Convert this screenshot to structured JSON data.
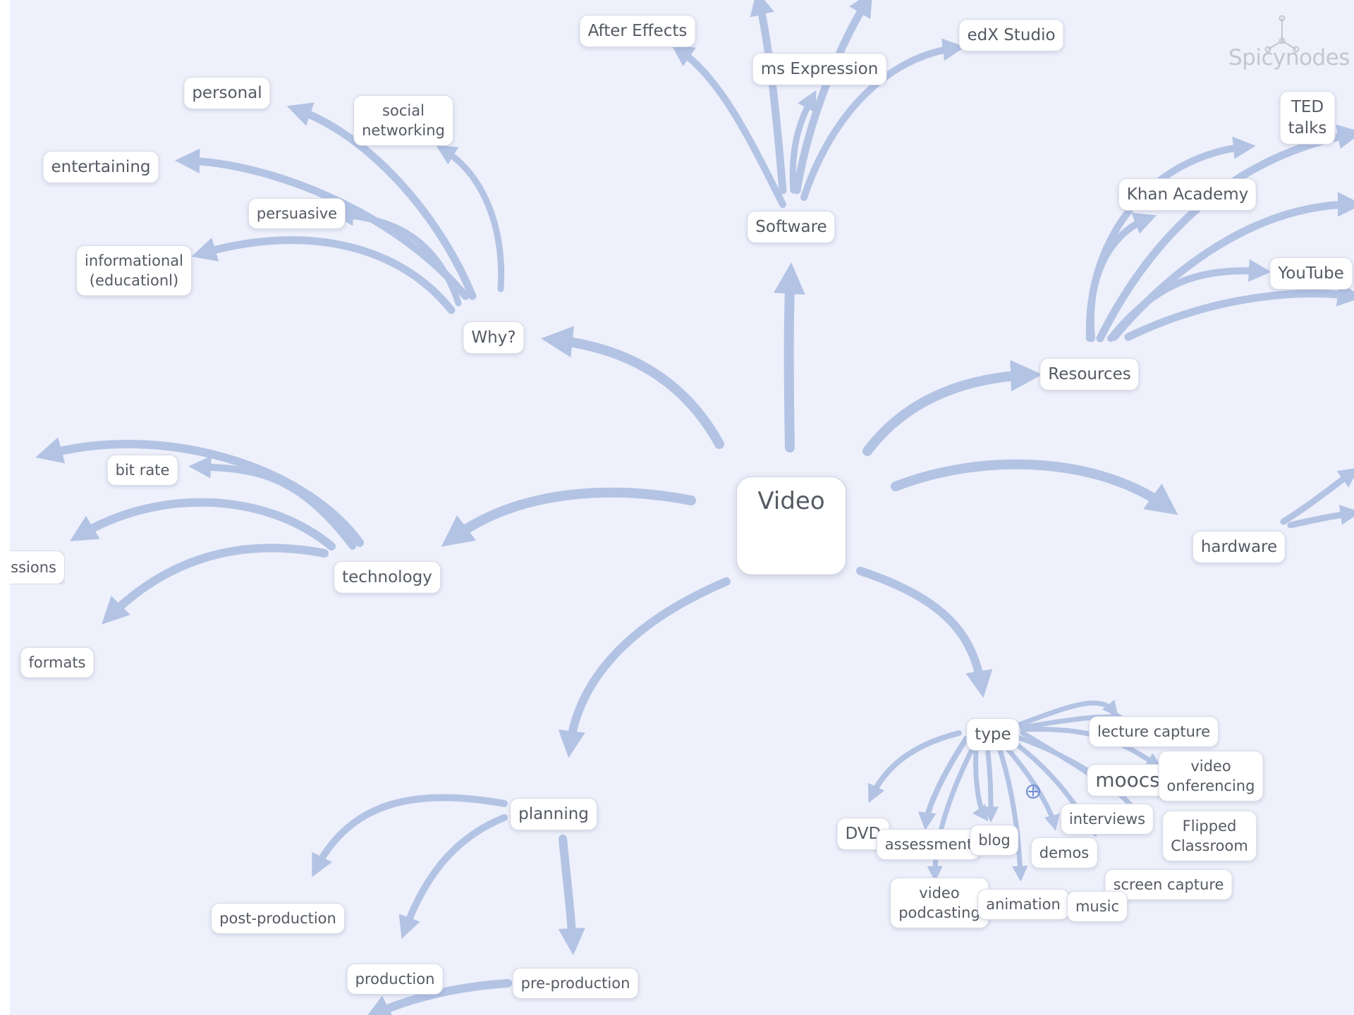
{
  "brand": {
    "logo_text": "Spicynodes"
  },
  "colors": {
    "background": "#eef0fb",
    "branch": "#a9bce0",
    "node_text": "#555a63"
  },
  "map": {
    "root": "Video",
    "why": {
      "label": "Why?",
      "children": [
        "personal",
        "social\nnetworking",
        "entertaining",
        "persuasive",
        "informational\n(educationl)"
      ]
    },
    "software": {
      "label": "Software",
      "children": [
        "After Effects",
        "ms Expression",
        "edX Studio"
      ]
    },
    "resources": {
      "label": "Resources",
      "children": [
        "TED talks",
        "Khan Academy",
        "YouTube"
      ]
    },
    "hardware": {
      "label": "hardware"
    },
    "technology": {
      "label": "technology",
      "children": [
        "bit rate",
        "essions",
        "formats"
      ]
    },
    "planning": {
      "label": "planning",
      "children": [
        "post-production",
        "production",
        "pre-production"
      ]
    },
    "type": {
      "label": "type",
      "children": [
        "lecture capture",
        "moocs",
        "video\nonferencing",
        "interviews",
        "Flipped\nClassroom",
        "DVD",
        "assessment",
        "blog",
        "demos",
        "screen capture",
        "video\npodcasting",
        "animation",
        "music"
      ]
    }
  }
}
